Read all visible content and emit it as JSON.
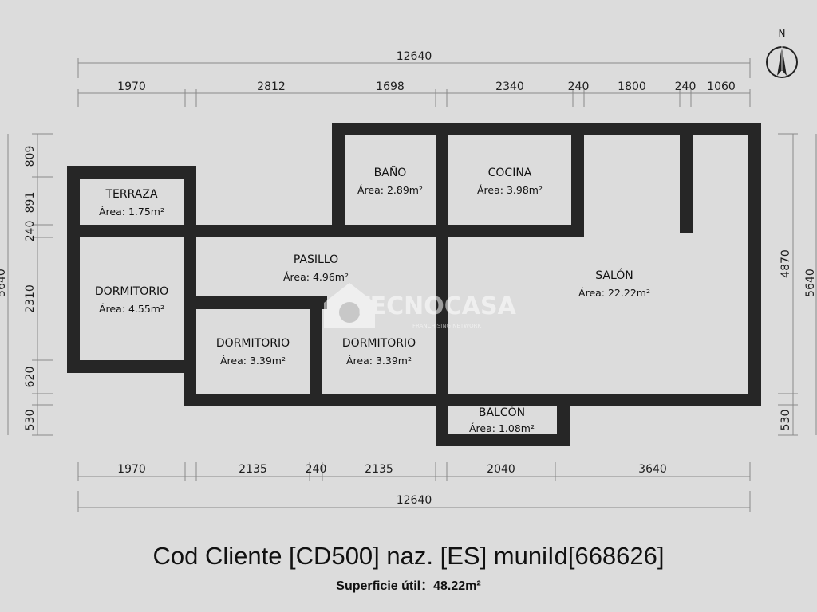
{
  "compass": {
    "label": "N"
  },
  "watermark": {
    "brand": "TECNOCASA",
    "tagline": "FRANCHISING NETWORK"
  },
  "dimensions": {
    "top_total": "12640",
    "top_segments": [
      "1970",
      "2812",
      "1698",
      "2340",
      "240",
      "1800",
      "240",
      "1060"
    ],
    "bottom_segments": [
      "1970",
      "2135",
      "240",
      "2135",
      "2040",
      "3640"
    ],
    "bottom_total": "12640",
    "left_segments": [
      "809",
      "891",
      "240",
      "2310",
      "620",
      "530"
    ],
    "left_total": "5640",
    "right_segments": [
      "4870",
      "530"
    ],
    "right_total": "5640"
  },
  "rooms": [
    {
      "id": "terraza",
      "name": "TERRAZA",
      "area": "Área: 1.75m²"
    },
    {
      "id": "bano",
      "name": "BAÑO",
      "area": "Área: 2.89m²"
    },
    {
      "id": "cocina",
      "name": "COCINA",
      "area": "Área: 3.98m²"
    },
    {
      "id": "pasillo",
      "name": "PASILLO",
      "area": "Área: 4.96m²"
    },
    {
      "id": "salon",
      "name": "SALÓN",
      "area": "Área: 22.22m²"
    },
    {
      "id": "dormitorio-1",
      "name": "DORMITORIO",
      "area": "Área: 4.55m²"
    },
    {
      "id": "dormitorio-2",
      "name": "DORMITORIO",
      "area": "Área: 3.39m²"
    },
    {
      "id": "dormitorio-3",
      "name": "DORMITORIO",
      "area": "Área: 3.39m²"
    },
    {
      "id": "balcon",
      "name": "BALCÓN",
      "area": "Área: 1.08m²"
    }
  ],
  "footer": {
    "title": "Cod Cliente [CD500] naz. [ES] muniId[668626]",
    "subtitle": "Superficie útil：48.22m²"
  }
}
